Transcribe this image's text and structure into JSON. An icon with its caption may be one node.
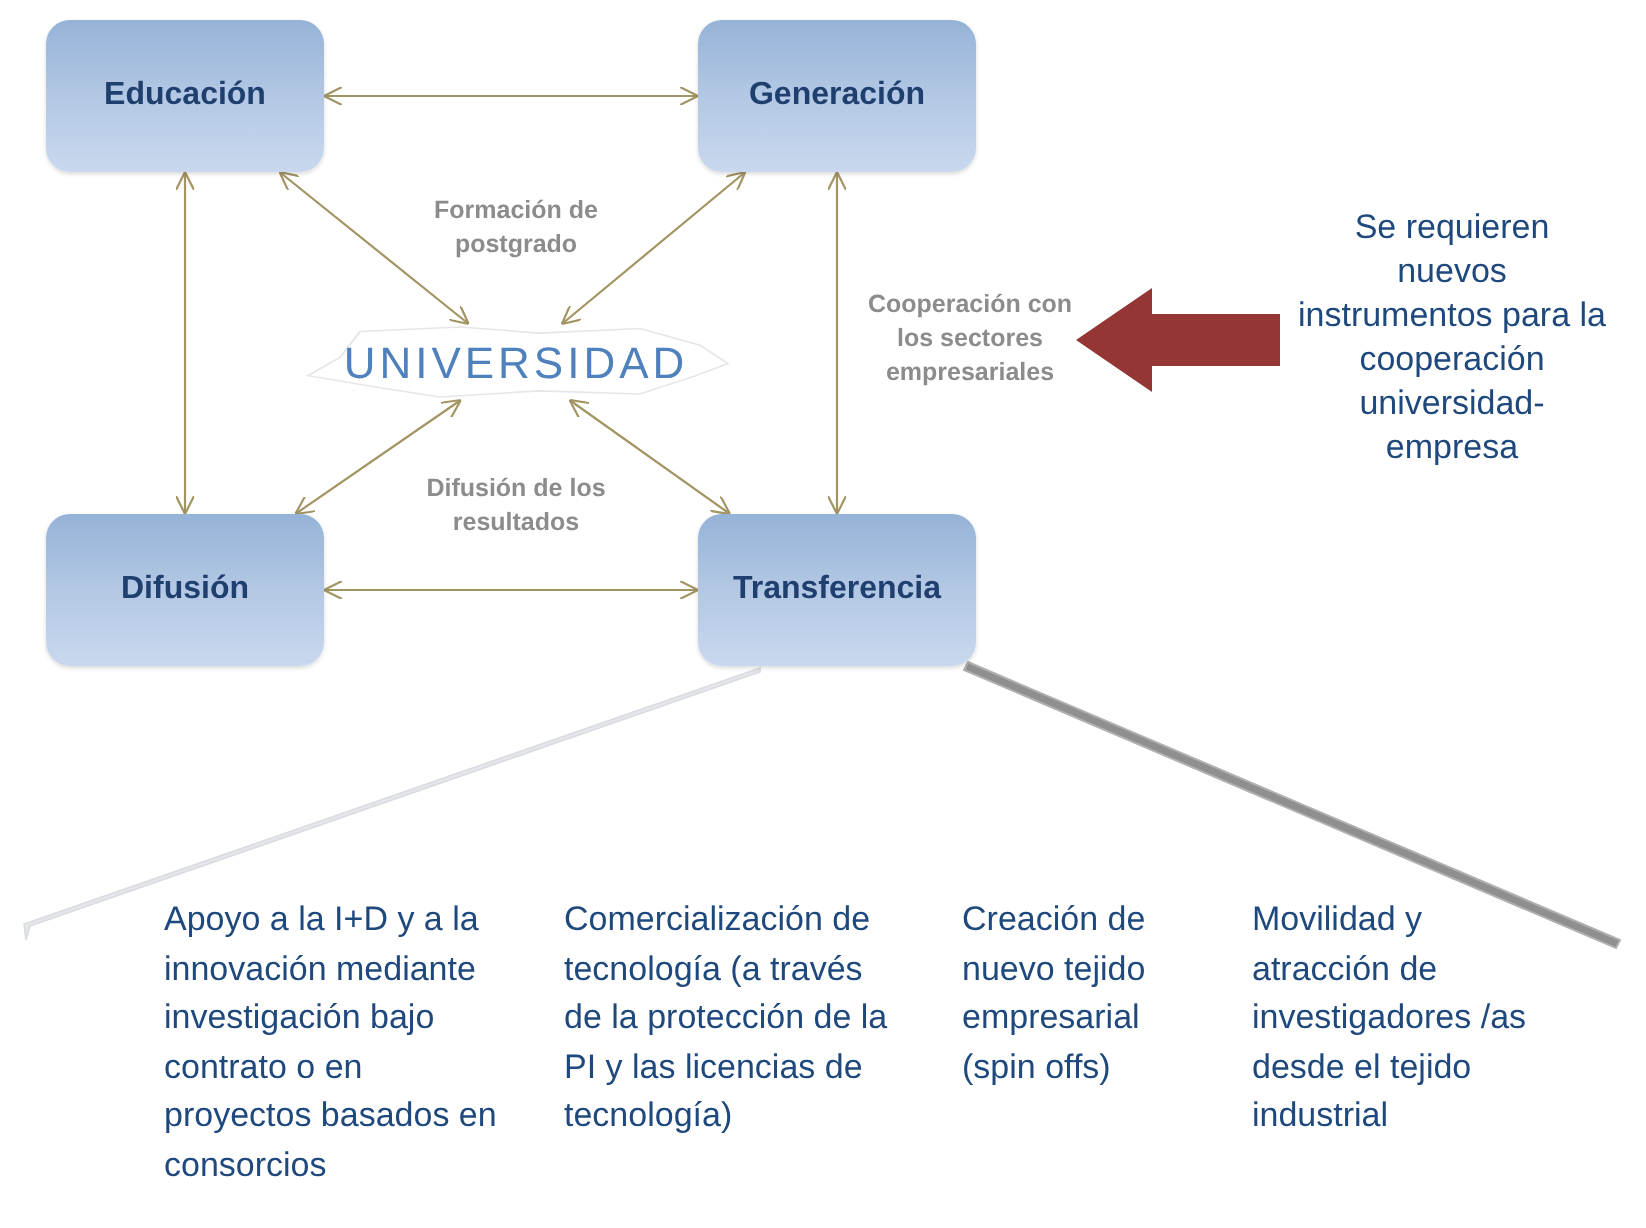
{
  "diagram": {
    "nodes": [
      {
        "text": [
          "Educación"
        ]
      },
      {
        "text": [
          "Generación"
        ]
      },
      {
        "text": [
          "UNIVERSIDAD"
        ]
      },
      {
        "text": [
          "Difusión"
        ]
      },
      {
        "text": [
          "Transferencia"
        ]
      },
      {
        "text": [
          "Se requieren nuevos instrumentos para la cooperación universidad-empresa"
        ]
      }
    ],
    "edges": [
      {
        "from": 0,
        "to": 1,
        "arrow": "both"
      },
      {
        "from": 0,
        "to": 3,
        "arrow": "both"
      },
      {
        "from": 1,
        "to": 4,
        "arrow": "both"
      },
      {
        "from": 0,
        "to": 2,
        "arrow": "both"
      },
      {
        "from": 1,
        "to": 2,
        "arrow": "both"
      },
      {
        "from": 2,
        "to": 3,
        "arrow": "both"
      },
      {
        "from": 2,
        "to": 4,
        "arrow": "both"
      },
      {
        "from": 3,
        "to": 4,
        "arrow": "both"
      },
      {
        "from": 5,
        "to": null,
        "arrow": "to",
        "style": "thick",
        "color": "#943634"
      }
    ],
    "labels": [
      "Formación de postgrado",
      "Cooperación con los sectores empresariales",
      "Difusión de los resultados",
      "Apoyo a la I+D y a la innovación mediante investigación bajo contrato o en proyectos basados en consorcios",
      "Comercialización de tecnología (a través de la protección de la PI y las licencias de tecnología)",
      "Creación de nuevo tejido empresarial (spin offs)",
      "Movilidad y atracción de investigadores /as desde el tejido industrial"
    ]
  }
}
